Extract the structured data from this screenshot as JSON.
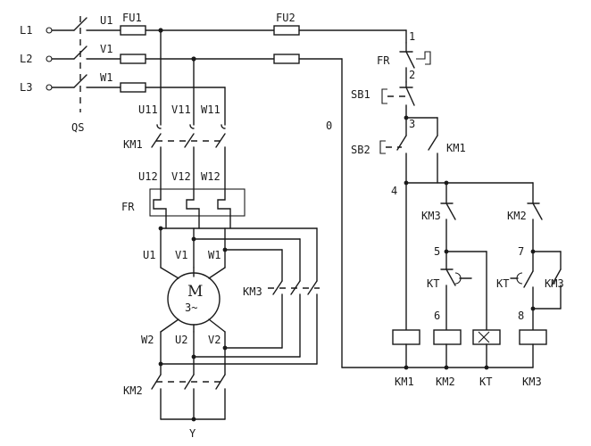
{
  "labels": {
    "L1": "L1",
    "L2": "L2",
    "L3": "L3",
    "U1_top": "U1",
    "V1_top": "V1",
    "W1_top": "W1",
    "FU1": "FU1",
    "FU2": "FU2",
    "QS": "QS",
    "U11": "U11",
    "V11": "V11",
    "W11": "W11",
    "KM1_main": "KM1",
    "U12": "U12",
    "V12": "V12",
    "W12": "W12",
    "FR_main": "FR",
    "U1_m": "U1",
    "V1_m": "V1",
    "W1_m": "W1",
    "motor_M": "M",
    "motor_phase": "3~",
    "KM3_main": "KM3",
    "W2": "W2",
    "U2": "U2",
    "V2": "V2",
    "KM2_main": "KM2",
    "Y": "Y",
    "node0": "0",
    "n1": "1",
    "FR_ctrl": "FR",
    "n2": "2",
    "SB1": "SB1",
    "n3": "3",
    "SB2": "SB2",
    "KM1_aux": "KM1",
    "n4": "4",
    "KM3_aux": "KM3",
    "KM2_aux": "KM2",
    "n5": "5",
    "n7": "7",
    "KT_a": "KT",
    "KT_b": "KT",
    "KM3_hold": "KM3",
    "n6": "6",
    "n8": "8",
    "coil_KM1": "KM1",
    "coil_KM2": "KM2",
    "coil_KT": "KT",
    "coil_KM3": "KM3"
  }
}
